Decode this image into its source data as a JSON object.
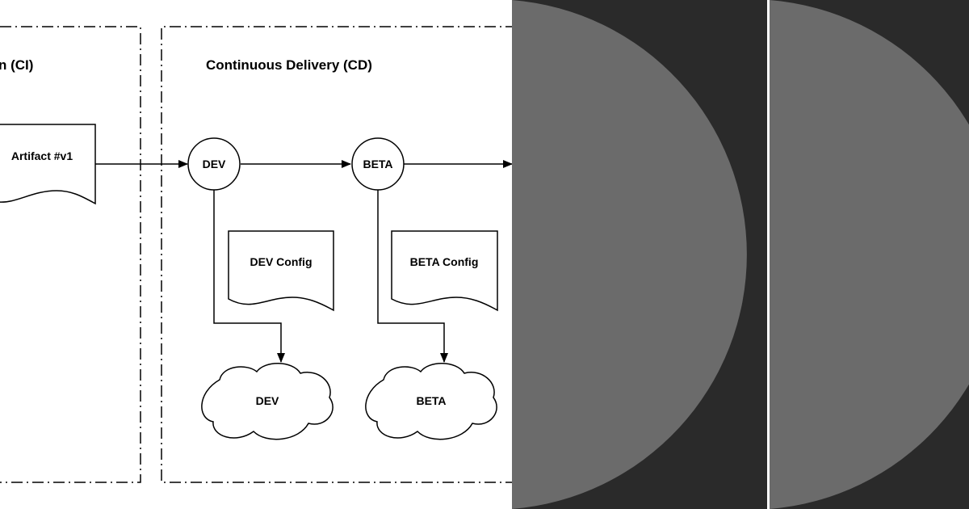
{
  "sections": {
    "ci_title": "n (CI)",
    "cd_title": "Continuous Delivery (CD)"
  },
  "artifact": {
    "label": "Artifact #v1"
  },
  "stages": [
    {
      "label": "DEV",
      "config_label": "DEV Config",
      "env_label": "DEV"
    },
    {
      "label": "BETA",
      "config_label": "BETA Config",
      "env_label": "BETA"
    }
  ],
  "colors": {
    "background": "#ffffff",
    "ink": "#000000",
    "dark_panel": "#2a2a2a",
    "circle_fill": "#6b6b6b",
    "divider": "#ffffff"
  }
}
